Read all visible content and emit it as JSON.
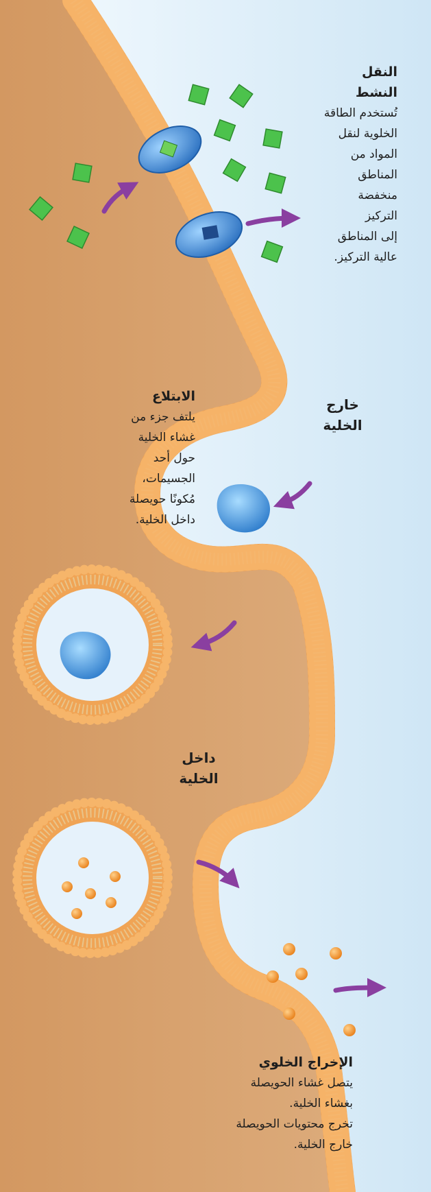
{
  "labels": {
    "active_transport": {
      "title": "النقل\nالنشط",
      "body": "تُستخدم الطاقة\nالخلوية لنقل\nالمواد من\nالمناطق\nمنخفضة\nالتركيز\nإلى المناطق\nعالية التركيز."
    },
    "outside_cell": "خارج\nالخلية",
    "endocytosis": {
      "title": "الابتلاع",
      "body": "يلتف جزء من\nغشاء الخلية\nحول أحد\nالجسيمات،\nمُكونًا حويصلة\nداخل الخلية."
    },
    "inside_cell": "داخل\nالخلية",
    "exocytosis": {
      "title": "الإخراج الخلوي",
      "body": "يتصل غشاء الحويصلة\nبغشاء الخلية.\nتخرج محتويات الحويصلة\nخارج الخلية."
    }
  },
  "colors": {
    "cytoplasm": "#d9a06b",
    "membrane_head": "#f2a85a",
    "membrane_tail": "#e3b877",
    "outside": "#dcecf6",
    "arrow": "#8a3fa0",
    "protein": "#3f8fd6",
    "cube": "#4cc24c",
    "particle": "#4f9ee0",
    "molecule": "#f29020"
  }
}
